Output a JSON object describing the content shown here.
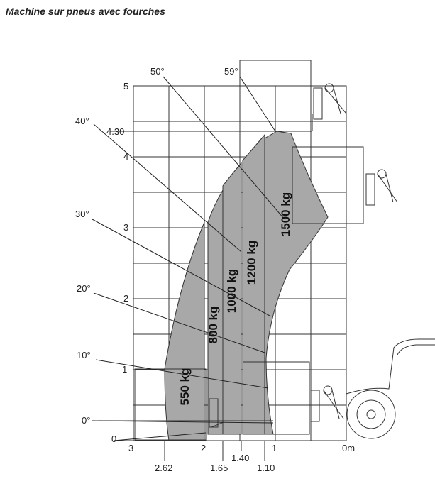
{
  "title": "Machine sur pneus avec fourches",
  "height_ticks": [
    {
      "label": "0",
      "value": 0
    },
    {
      "label": "1",
      "value": 1
    },
    {
      "label": "2",
      "value": 2
    },
    {
      "label": "3",
      "value": 3
    },
    {
      "label": "4",
      "value": 4
    },
    {
      "label": "5",
      "value": 5
    }
  ],
  "height_max_label": "4.30",
  "reach_ticks_top": [
    {
      "label": "3",
      "value": 3
    },
    {
      "label": "2",
      "value": 2
    },
    {
      "label": "1",
      "value": 1
    },
    {
      "label": "0m",
      "value": 0
    }
  ],
  "reach_ticks_bottom": [
    {
      "label": "2.62",
      "value": 2.62
    },
    {
      "label": "1.65",
      "value": 1.65
    },
    {
      "label": "1.40",
      "value": 1.4
    },
    {
      "label": "1.10",
      "value": 1.1
    }
  ],
  "angles": [
    {
      "label": "0°",
      "deg": 0
    },
    {
      "label": "10°",
      "deg": 10
    },
    {
      "label": "20°",
      "deg": 20
    },
    {
      "label": "30°",
      "deg": 30
    },
    {
      "label": "40°",
      "deg": 40
    },
    {
      "label": "50°",
      "deg": 50
    },
    {
      "label": "59°",
      "deg": 59
    }
  ],
  "load_zones": [
    {
      "label": "550 kg",
      "max_reach_m": 2.62
    },
    {
      "label": "800 kg",
      "max_reach_m": 1.65
    },
    {
      "label": "1000 kg",
      "max_reach_m": 1.4
    },
    {
      "label": "1200 kg",
      "max_reach_m": 1.1
    },
    {
      "label": "1500 kg",
      "max_reach_m": null
    }
  ],
  "colors": {
    "zone_fill": "#a8a8a8",
    "lines": "#222222"
  }
}
